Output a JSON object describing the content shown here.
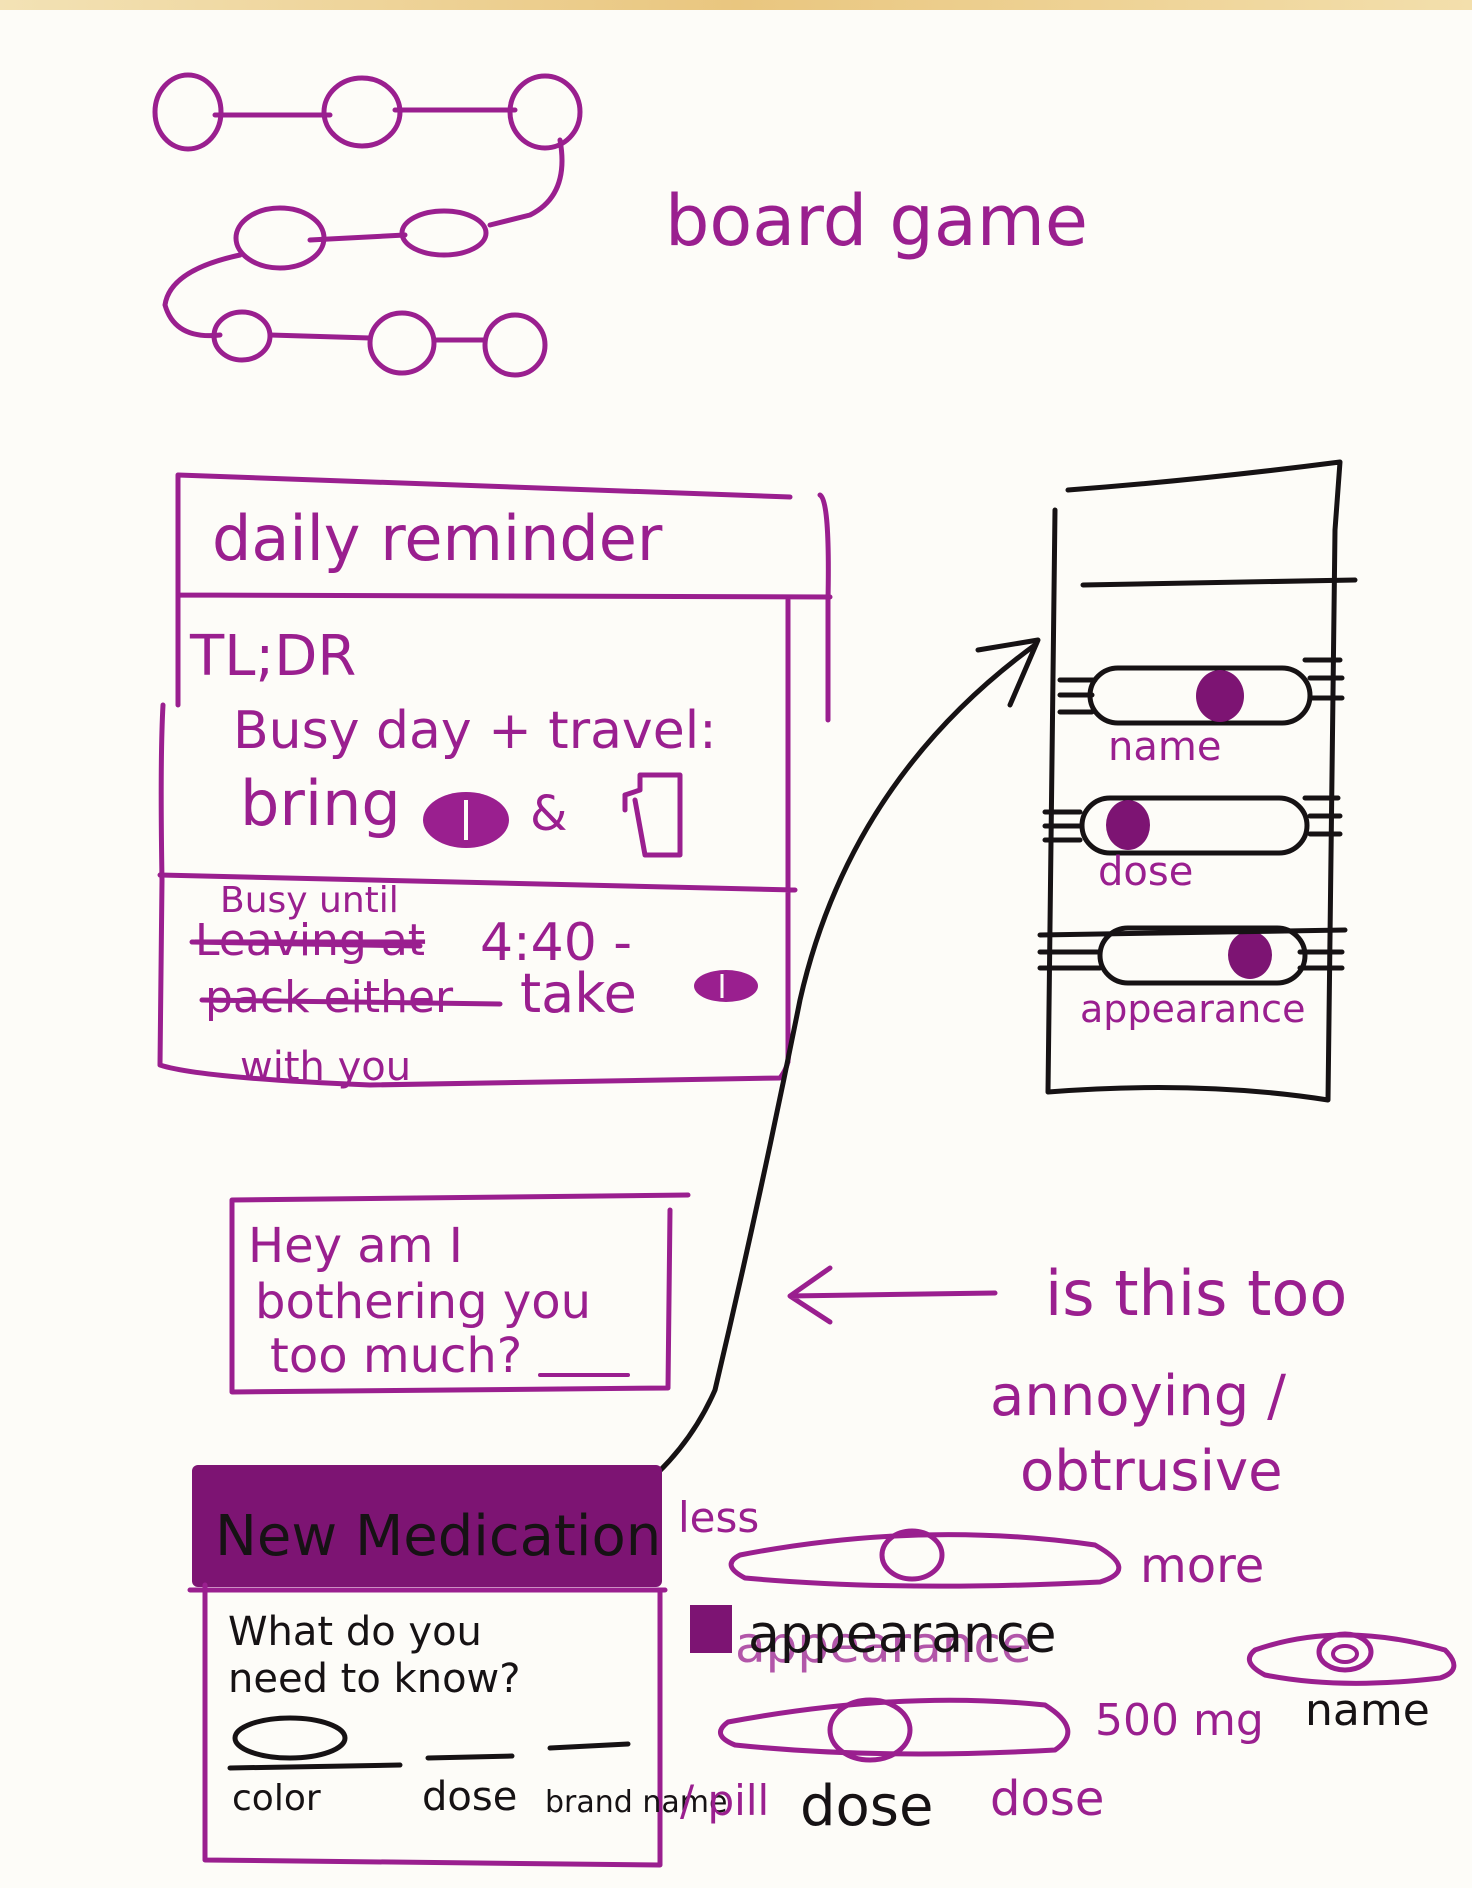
{
  "board_game": {
    "label": "board game"
  },
  "daily_reminder": {
    "title": "daily reminder",
    "tldr_heading": "TL;DR",
    "tldr_line1": "Busy day + travel:",
    "tldr_line2": "bring",
    "tldr_amp": "&",
    "note_line1_insert": "Busy until",
    "note_line1_struck": "Leaving at",
    "note_line1_time": "4:40 -",
    "note_line2_struck": "pack either",
    "note_line2_text": "take",
    "note_line3": "with you"
  },
  "bother_prompt": {
    "text_line1": "Hey am I",
    "text_line2": "bothering you",
    "text_line3": "too much?"
  },
  "annotation": {
    "line1": "is this too",
    "line2": "annoying /",
    "line3": "obtrusive"
  },
  "new_medication": {
    "header": "New Medication",
    "question_line1": "What do you",
    "question_line2": "need to know?",
    "fields": [
      "color",
      "dose",
      "brand name"
    ]
  },
  "slider_labels": {
    "less": "less",
    "more": "more",
    "appearance": "appearance",
    "appearance_under": "appearance",
    "dose_value": "500 mg",
    "per_pill": "/ pill",
    "dose_black": "dose",
    "dose_magenta": "dose",
    "name": "name"
  },
  "phone": {
    "toggles": [
      "name",
      "dose",
      "appearance"
    ]
  },
  "colors": {
    "magenta_ink": "#9a1f8f",
    "black_ink": "#161214",
    "paper": "#fdfcf8"
  }
}
